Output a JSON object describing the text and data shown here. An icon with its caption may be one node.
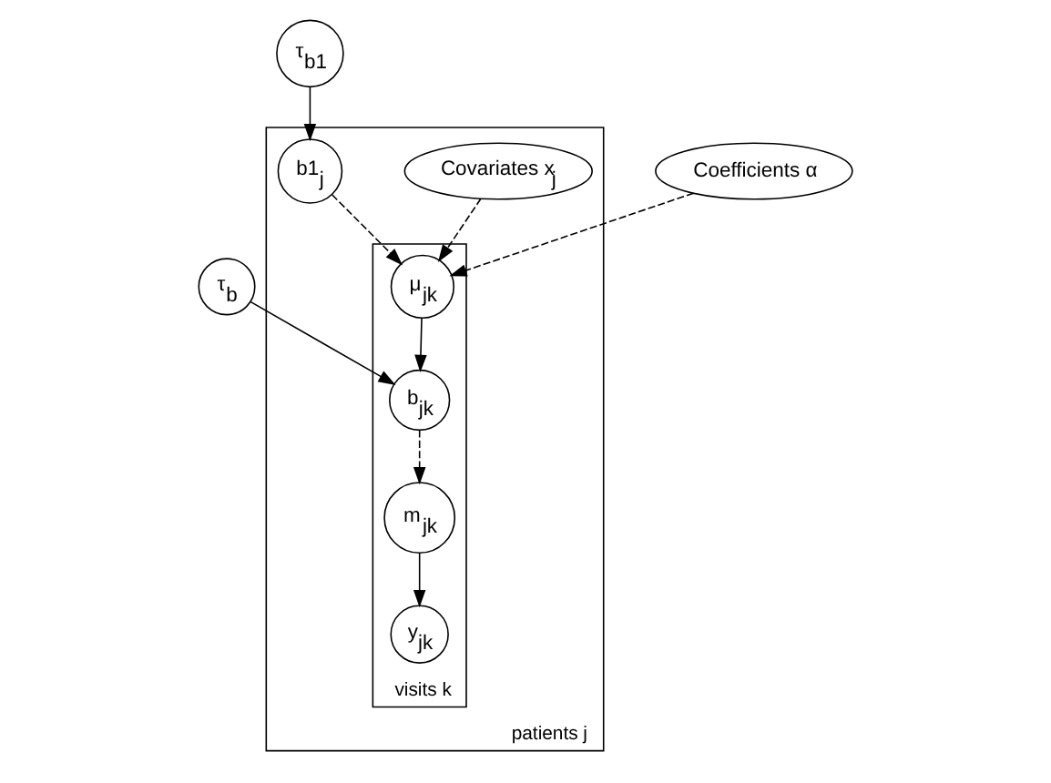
{
  "diagram": {
    "nodes": [
      {
        "text": [
          "patients j"
        ]
      },
      {
        "text": [
          "visits k"
        ],
        "in": 0
      },
      {
        "text": [
          "Coefficients α"
        ]
      },
      {
        "text": [
          "τ$_{b1}$"
        ]
      },
      {
        "text": [
          "τ$_{b}$"
        ]
      },
      {
        "text": [
          "Covariates x$_{j}$"
        ],
        "in": 0
      },
      {
        "text": [
          "b1$_{j}$"
        ],
        "in": 0
      },
      {
        "text": [
          "μ$_{jk}$"
        ],
        "in": 1
      },
      {
        "text": [
          "b$_{jk}$"
        ],
        "in": 1
      },
      {
        "text": [
          "y$_{jk}$"
        ],
        "in": 1
      },
      {
        "text": [
          "m$_{jk}$"
        ],
        "in": 1
      }
    ],
    "edges": [
      {
        "from": 2,
        "to": 7,
        "arrow": "to",
        "style": "dashed"
      },
      {
        "from": 3,
        "to": 6,
        "arrow": "to"
      },
      {
        "from": 4,
        "to": 8,
        "arrow": "to"
      },
      {
        "from": 5,
        "to": 7,
        "arrow": "to",
        "style": "dashed"
      },
      {
        "from": 6,
        "to": 7,
        "arrow": "to",
        "style": "dashed"
      },
      {
        "from": 7,
        "to": 8,
        "arrow": "to"
      },
      {
        "from": 8,
        "to": 10,
        "arrow": "to",
        "style": "dashed"
      },
      {
        "from": 10,
        "to": 9,
        "arrow": "to"
      }
    ]
  }
}
